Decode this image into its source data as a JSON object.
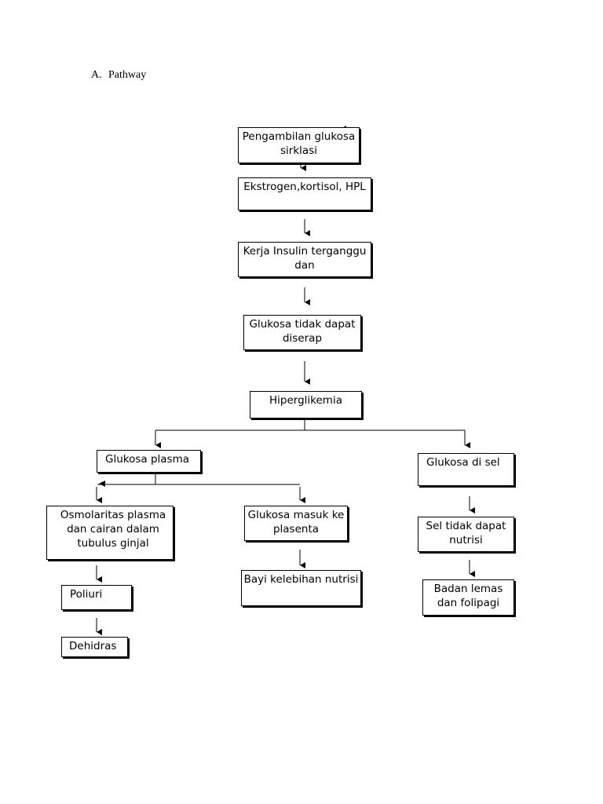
{
  "heading": {
    "letter": "A.",
    "text": "Pathway"
  },
  "nodes": {
    "pengambilan": "Pengambilan glukosa sirklasi",
    "ekstrogen": "Ekstrogen,kortisol, HPL",
    "kerja_insulin": "Kerja Insulin terganggu dan",
    "glukosa_tidak": "Glukosa tidak dapat diserap",
    "hiperglikemia": "Hiperglikemia",
    "glukosa_plasma": "Glukosa plasma",
    "glukosa_di_sel": "Glukosa di sel",
    "osmolaritas": "Osmolaritas plasma dan cairan dalam tubulus ginjal",
    "glukosa_masuk": "Glukosa masuk ke plasenta",
    "sel_tidak": "Sel tidak dapat nutrisi",
    "poliuri": "Poliuri",
    "bayi": "Bayi kelebihan nutrisi",
    "badan_lemas": "Badan lemas dan folipagi",
    "dehidras": "Dehidras"
  }
}
